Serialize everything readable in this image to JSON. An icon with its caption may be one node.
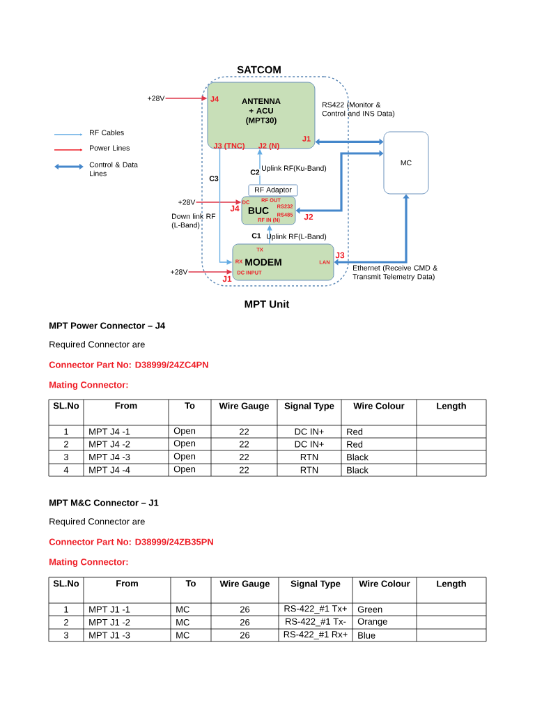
{
  "diagram": {
    "caption": "MPT Unit",
    "nodes": [
      {
        "text": [
          "SATCOM"
        ]
      },
      {
        "text": [
          "J4",
          "ANTENNA + ACU (MPT30)",
          "J1",
          "J3 (TNC)",
          "J2 (N)"
        ],
        "in": 0
      },
      {
        "text": [
          "RF Adaptor"
        ],
        "in": 0
      },
      {
        "text": [
          "BUC",
          "DC",
          "RF OUT",
          "RS232",
          "RS485",
          "RF IN (N)"
        ],
        "beside": [
          "J4",
          "J2"
        ],
        "in": 0
      },
      {
        "text": [
          "MODEM",
          "TX",
          "RX",
          "LAN",
          "DC INPUT"
        ],
        "beside": [
          "J3",
          "J1"
        ],
        "in": 0
      },
      {
        "text": [
          "MC"
        ]
      },
      {
        "text": [
          "+28V"
        ]
      },
      {
        "text": [
          "+28V"
        ]
      },
      {
        "text": [
          "+28V"
        ]
      }
    ],
    "edges": [
      {
        "from": 6,
        "to": 1,
        "arrow": "to",
        "color": "#ee1c25"
      },
      {
        "from": 7,
        "to": 3,
        "arrow": "to",
        "color": "#ee1c25"
      },
      {
        "from": 8,
        "to": 4,
        "arrow": "to",
        "color": "#ee1c25"
      },
      {
        "from": 2,
        "to": 1,
        "arrow": "to",
        "label": "C2",
        "color": "#6a9fd4"
      },
      {
        "from": 4,
        "to": 3,
        "arrow": "to",
        "label": "C1",
        "color": "#6a9fd4"
      },
      {
        "from": 1,
        "to": 4,
        "arrow": "to",
        "label": "C3",
        "color": "#6a9fd4"
      },
      {
        "from": 1,
        "to": 5,
        "arrow": "both",
        "style": "thick",
        "color": "#4a7fc0"
      },
      {
        "from": 3,
        "to": 5,
        "arrow": "both",
        "style": "thick",
        "color": "#4a7fc0"
      },
      {
        "from": 4,
        "to": 5,
        "arrow": "both",
        "style": "thick",
        "color": "#4a7fc0"
      }
    ],
    "legend": [
      {
        "text": "RF Cables"
      },
      {
        "text": "Power Lines"
      },
      {
        "text": "Control & Data Lines"
      }
    ],
    "labels": [
      "Uplink RF(Ku-Band)",
      "RS422 (Monitor & Control and INS Data)",
      "Down link RF (L-Band)",
      "Uplink RF(L-Band)",
      "Ethernet (Receive CMD & Transmit Telemetry Data)",
      "MPT Power Connector – J4",
      "Required Connector are",
      "Connector Part No: D38999/24ZC4PN",
      "Mating Connector:",
      "SL.No",
      "From",
      "To",
      "Wire Gauge",
      "Signal Type",
      "Wire Colour",
      "Length",
      "1",
      "MPT J4 -1",
      "Open",
      "22",
      "DC IN+",
      "Red",
      "2",
      "MPT J4 -2",
      "Open",
      "22",
      "DC IN+",
      "Red",
      "3",
      "MPT J4 -3",
      "Open",
      "22",
      "RTN",
      "Black",
      "4",
      "MPT J4 -4",
      "Open",
      "22",
      "RTN",
      "Black",
      "MPT M&C Connector – J1",
      "Required Connector are",
      "Connector Part No: D38999/24ZB35PN",
      "Mating Connector:",
      "SL.No",
      "From",
      "To",
      "Wire Gauge",
      "Signal Type",
      "Wire Colour",
      "Length",
      "1",
      "MPT J1 -1",
      "MC",
      "26",
      "RS-422_#1 Tx+",
      "Green",
      "2",
      "MPT J1 -2",
      "MC",
      "26",
      "RS-422_#1 Tx-",
      "Orange",
      "3",
      "MPT J1 -3",
      "MC",
      "26",
      "RS-422_#1 Rx+",
      "Blue"
    ]
  }
}
